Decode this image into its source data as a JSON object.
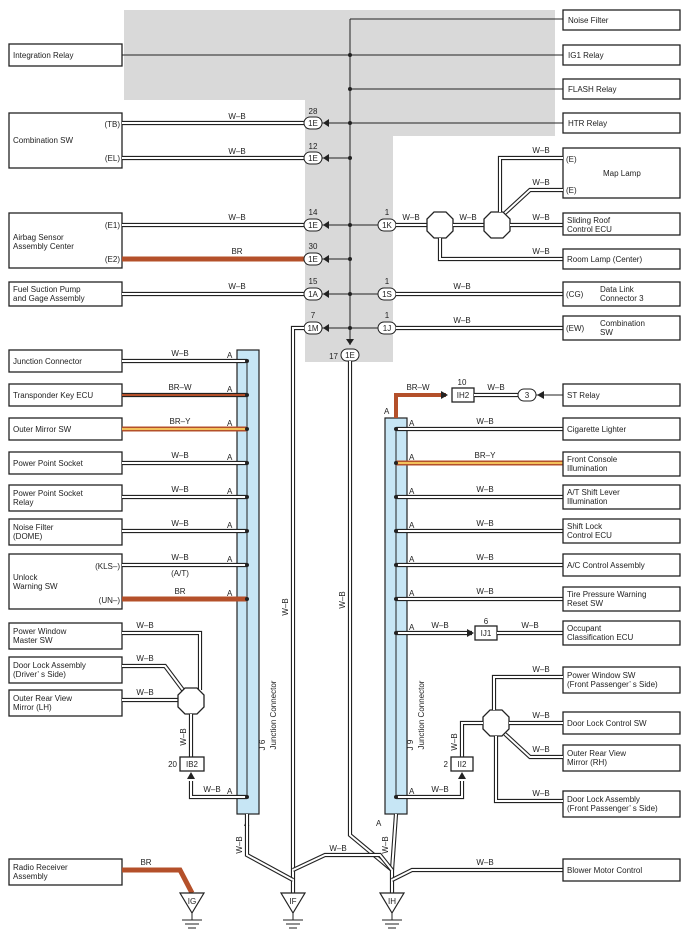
{
  "colors": {
    "background": "#ffffff",
    "shade": "#d9d9d9",
    "line": "#222222",
    "brown": "#b4502a",
    "yellow": "#f2c15a",
    "junction_fill": "#c7e6f5"
  },
  "components": {
    "noise_filter": "Noise Filter",
    "integration_relay": "Integration Relay",
    "ig1_relay": "IG1 Relay",
    "flash_relay": "FLASH Relay",
    "htr_relay": "HTR Relay",
    "combination_sw": "Combination SW",
    "map_lamp": "Map Lamp",
    "airbag_1": "Airbag Sensor",
    "airbag_2": "Assembly Center",
    "sliding_roof_1": "Sliding Roof",
    "sliding_roof_2": "Control ECU",
    "room_lamp": "Room Lamp (Center)",
    "fuel_pump_1": "Fuel Suction Pump",
    "fuel_pump_2": "and Gage Assembly",
    "data_link_1": "Data Link",
    "data_link_2": "Connector 3",
    "combination_sw_r1": "Combination",
    "combination_sw_r2": "SW",
    "junction_connector": "Junction Connector",
    "transponder": "Transponder Key ECU",
    "outer_mirror_sw": "Outer Mirror SW",
    "power_point": "Power Point Socket",
    "pp_relay_1": "Power Point Socket",
    "pp_relay_2": "Relay",
    "noise_dome_1": "Noise Filter",
    "noise_dome_2": "(DOME)",
    "unlock_1": "Unlock",
    "unlock_2": "Warning SW",
    "pw_master_1": "Power Window",
    "pw_master_2": "Master SW",
    "door_lock_drv_1": "Door Lock Assembly",
    "door_lock_drv_2": "(Driver’ s Side)",
    "orv_lh_1": "Outer Rear View",
    "orv_lh_2": "Mirror (LH)",
    "radio_1": "Radio Receiver",
    "radio_2": "Assembly",
    "st_relay": "ST Relay",
    "cig": "Cigarette Lighter",
    "fcon_1": "Front Console",
    "fcon_2": "Illumination",
    "at_1": "A/T Shift Lever",
    "at_2": "Illumination",
    "shift_1": "Shift Lock",
    "shift_2": "Control ECU",
    "ac": "A/C Control Assembly",
    "tire_1": "Tire Pressure Warning",
    "tire_2": "Reset SW",
    "occ_1": "Occupant",
    "occ_2": "Classification ECU",
    "pw_fp_1": "Power Window SW",
    "pw_fp_2": "(Front Passenger’ s Side)",
    "dlc_sw": "Door Lock Control SW",
    "orv_rh_1": "Outer Rear View",
    "orv_rh_2": "Mirror (RH)",
    "dla_fp_1": "Door Lock Assembly",
    "dla_fp_2": "(Front Passenger’ s Side)",
    "blower": "Blower Motor Control"
  },
  "terminals": {
    "tb": "(TB)",
    "el": "(EL)",
    "e1": "(E1)",
    "e2": "(E2)",
    "e_up": "(E)",
    "e_dn": "(E)",
    "cg": "(CG)",
    "ew": "(EW)",
    "kls": "(KLS–)",
    "at": "(A/T)",
    "un": "(UN–)",
    "a": "A"
  },
  "wires": {
    "wb": "W–B",
    "br": "BR",
    "brw": "BR–W",
    "bry": "BR–Y"
  },
  "connectors": {
    "c28": "28",
    "c12": "12",
    "c14": "14",
    "c30": "30",
    "c15": "15",
    "c7": "7",
    "c1a": "1",
    "c1b": "1",
    "c1c": "1",
    "c17": "17",
    "c10": "10",
    "c3": "3",
    "c6": "6",
    "c20": "20",
    "c2": "2",
    "p1e": "1E",
    "p1k": "1K",
    "p1a": "1A",
    "p1s": "1S",
    "p1m": "1M",
    "p1j": "1J",
    "ih2": "IH2",
    "ij1": "IJ1",
    "ib2": "IB2",
    "ii2": "II2"
  },
  "junctions": {
    "j6_num": "J 6",
    "j6_name": "Junction Connector",
    "j9_num": "J 9",
    "j9_name": "Junction Connector"
  },
  "grounds": {
    "ig": "IG",
    "if": "IF",
    "ih": "IH"
  }
}
